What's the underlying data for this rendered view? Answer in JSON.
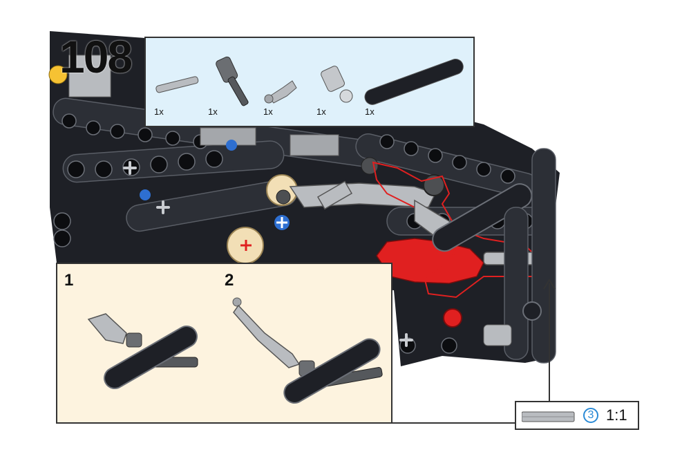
{
  "step": {
    "number": "108"
  },
  "parts_list": {
    "items": [
      {
        "icon": "gray-axle-3-icon",
        "qty": "1x"
      },
      {
        "icon": "dark-gray-axle-with-stop-icon",
        "qty": "1x"
      },
      {
        "icon": "light-gray-ball-joint-connector-icon",
        "qty": "1x"
      },
      {
        "icon": "light-gray-axle-connector-with-ball-icon",
        "qty": "1x"
      },
      {
        "icon": "black-liftarm-7-icon",
        "qty": "1x"
      }
    ]
  },
  "substeps": [
    {
      "label": "1"
    },
    {
      "label": "2"
    }
  ],
  "scale": {
    "length": "3",
    "ratio": "1:1"
  },
  "colors": {
    "parts_bg": "#dff1fb",
    "substeps_bg": "#fdf3df",
    "highlight": "#e02020",
    "accent_blue": "#2a8ad6"
  }
}
